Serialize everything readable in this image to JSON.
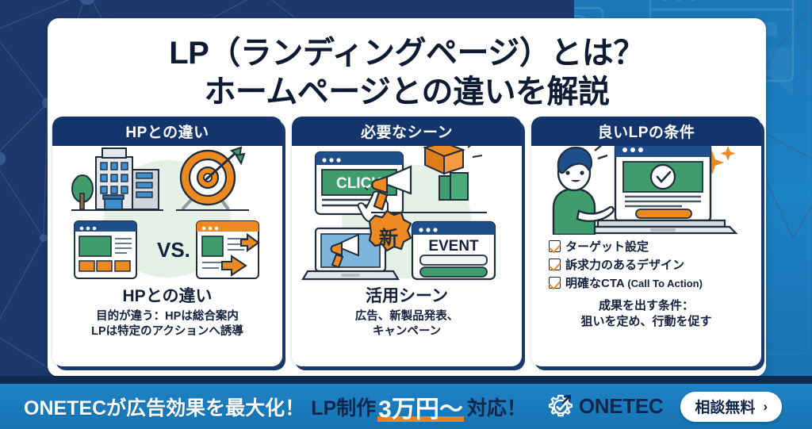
{
  "title": {
    "line1": "LP（ランディングページ）とは？",
    "line2": "ホームページとの違いを解説"
  },
  "cards": [
    {
      "header": "HPとの違い",
      "title": "HPとの違い",
      "desc_line1": "目的が違う：HPは総合案内",
      "desc_line2": "LPは特定のアクションへ誘導",
      "art_label_vs": "VS."
    },
    {
      "header": "必要なシーン",
      "title": "活用シーン",
      "desc_line1": "広告、新製品発表、",
      "desc_line2": "キャンペーン",
      "art_label_click": "CLICK",
      "art_label_new": "新",
      "art_label_event": "EVENT"
    },
    {
      "header": "良いLPの条件",
      "checklist": [
        {
          "label": "ターゲット設定",
          "sub": ""
        },
        {
          "label": "訴求力のあるデザイン",
          "sub": ""
        },
        {
          "label": "明確なCTA",
          "sub": " (Call To Action)"
        }
      ],
      "foot_line1": "成果を出す条件：",
      "foot_line2": "狙いを定め、行動を促す"
    }
  ],
  "bottom_bar": {
    "text_white": "ONETECが広告効果を最大化！",
    "text_navy_1": "LP制作",
    "highlight": "3万円〜",
    "text_navy_2": "対応！",
    "logo_text": "ONETEC",
    "cta_label": "相談無料",
    "cta_chevron": "›"
  },
  "colors": {
    "navy": "#14356b",
    "deep_navy": "#10264a",
    "blue": "#1f82c6",
    "orange": "#f0821e",
    "green": "#3f9c6d",
    "white": "#ffffff"
  }
}
